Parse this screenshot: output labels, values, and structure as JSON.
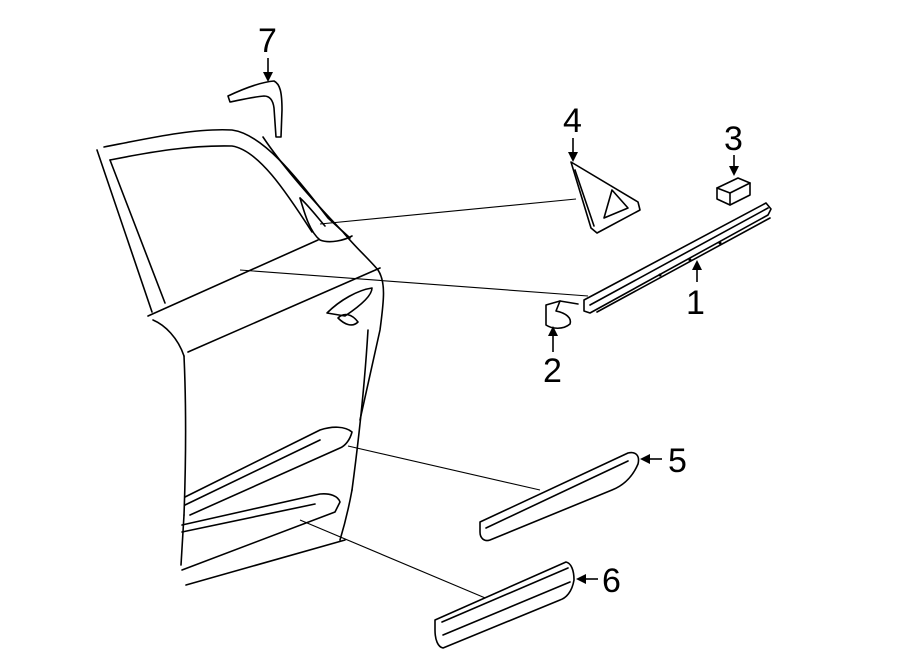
{
  "callouts": [
    {
      "id": "1",
      "text": "1"
    },
    {
      "id": "2",
      "text": "2"
    },
    {
      "id": "3",
      "text": "3"
    },
    {
      "id": "4",
      "text": "4"
    },
    {
      "id": "5",
      "text": "5"
    },
    {
      "id": "6",
      "text": "6"
    },
    {
      "id": "7",
      "text": "7"
    }
  ],
  "colors": {
    "line": "#000000",
    "background": "#ffffff"
  }
}
